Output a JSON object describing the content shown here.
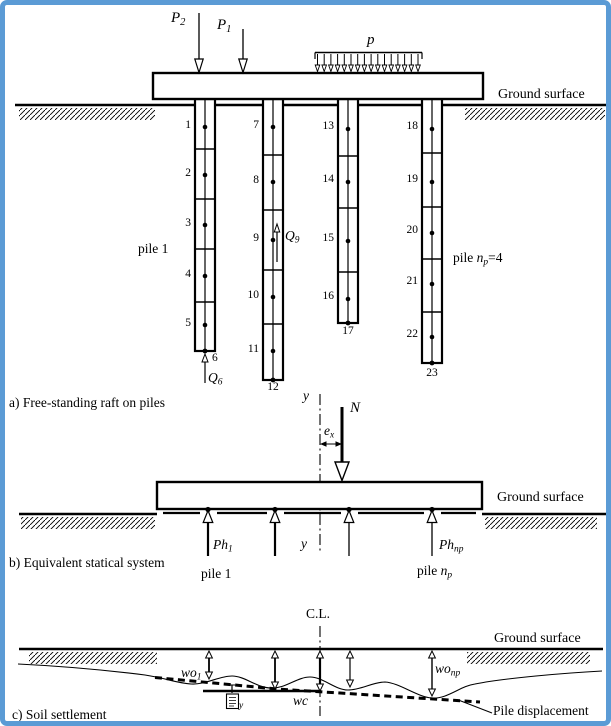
{
  "frame": {
    "border_color": "#5b9bd5",
    "line_color": "#000000"
  },
  "section_a": {
    "caption": "a) Free-standing raft on piles",
    "load_p2": {
      "base": "P",
      "sub": "2"
    },
    "load_p1": {
      "base": "P",
      "sub": "1"
    },
    "dist_load_label": "p",
    "ground_label": "Ground surface",
    "pile1_label": "pile 1",
    "pile_np_label": {
      "pre": "pile ",
      "base": "n",
      "sub": "p",
      "post": "=4"
    },
    "q9": {
      "base": "Q",
      "sub": "9"
    },
    "q6": {
      "base": "Q",
      "sub": "6"
    },
    "node_labels": [
      "1",
      "2",
      "3",
      "4",
      "5",
      "6",
      "7",
      "8",
      "9",
      "10",
      "11",
      "12",
      "13",
      "14",
      "15",
      "16",
      "17",
      "18",
      "19",
      "20",
      "21",
      "22",
      "23"
    ]
  },
  "section_b": {
    "caption": "b) Equivalent statical system",
    "axis_top": "y",
    "axis_bottom": "y",
    "load_n": "N",
    "eccentricity": {
      "base": "e",
      "sub": "x"
    },
    "ground_label": "Ground surface",
    "ph1": {
      "base": "Ph",
      "sub": "1"
    },
    "phnp": {
      "base": "Ph",
      "sub": "np"
    },
    "pile1_label": "pile 1",
    "pile_np_label": {
      "pre": "pile ",
      "base": "n",
      "sub": "p",
      "post": ""
    }
  },
  "section_c": {
    "caption": "c) Soil settlement",
    "centerline_label": "C.L.",
    "ground_label": "Ground surface",
    "wo1": {
      "base": "wo",
      "sub": "1"
    },
    "wonp": {
      "base": "wo",
      "sub": "np"
    },
    "wc": "wc",
    "glyph_sub": "y",
    "pile_displacement_label": "Pile displacement"
  }
}
